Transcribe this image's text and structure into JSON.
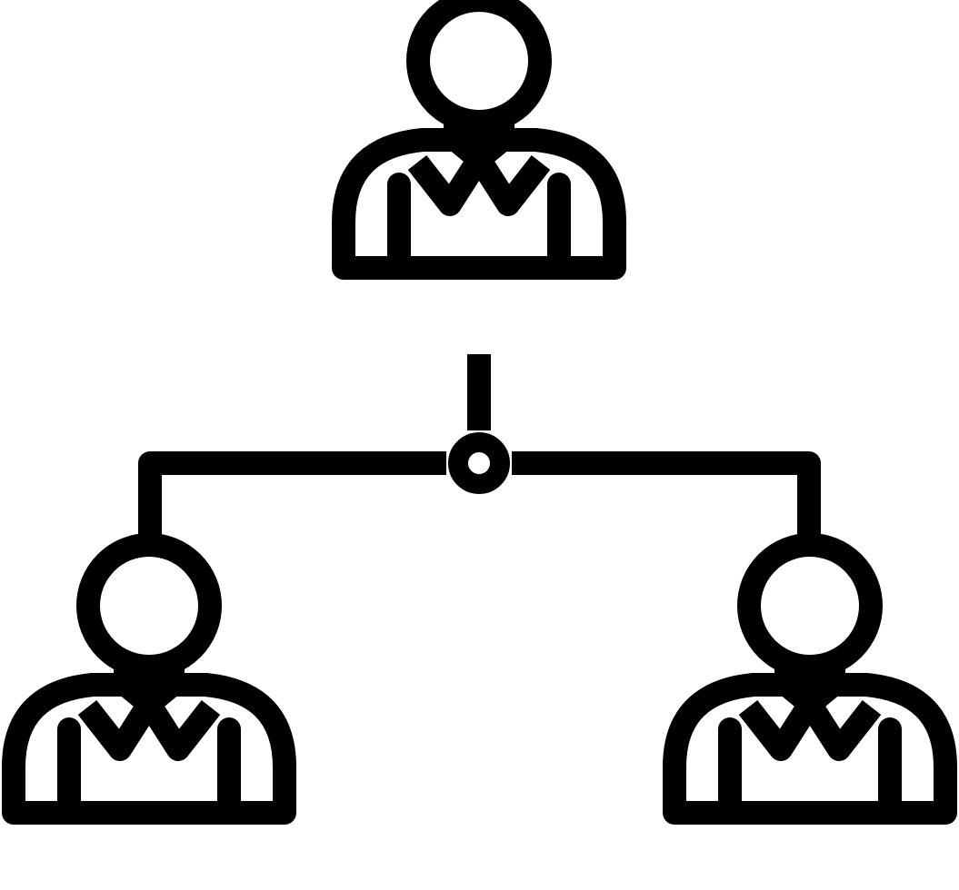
{
  "colors": {
    "stroke": "#000000",
    "background": "#ffffff"
  },
  "diagram": {
    "type": "organization-hierarchy-icon",
    "nodes": [
      {
        "id": "top",
        "icon": "person-with-suit-icon",
        "role": "parent"
      },
      {
        "id": "bottom-left",
        "icon": "person-with-suit-icon",
        "role": "child"
      },
      {
        "id": "bottom-right",
        "icon": "person-with-suit-icon",
        "role": "child"
      }
    ],
    "connector": {
      "icon": "junction-node-icon"
    }
  }
}
